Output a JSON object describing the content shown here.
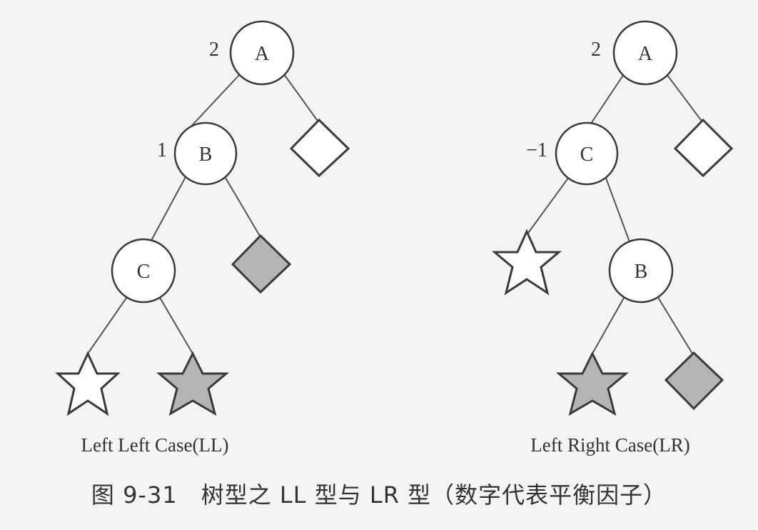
{
  "diagrams": [
    {
      "id": "ll",
      "case_label": "Left Left Case(LL)",
      "nodes": [
        {
          "label": "A",
          "balance": "2"
        },
        {
          "label": "B",
          "balance": "1"
        },
        {
          "label": "C",
          "balance": ""
        }
      ],
      "leaves": [
        {
          "shape": "diamond",
          "fill": "white"
        },
        {
          "shape": "diamond",
          "fill": "gray"
        },
        {
          "shape": "star",
          "fill": "white"
        },
        {
          "shape": "star",
          "fill": "gray"
        }
      ]
    },
    {
      "id": "lr",
      "case_label": "Left Right Case(LR)",
      "nodes": [
        {
          "label": "A",
          "balance": "2"
        },
        {
          "label": "C",
          "balance": "−1"
        },
        {
          "label": "B",
          "balance": ""
        }
      ],
      "leaves": [
        {
          "shape": "diamond",
          "fill": "white"
        },
        {
          "shape": "star",
          "fill": "white"
        },
        {
          "shape": "star",
          "fill": "gray"
        },
        {
          "shape": "diamond",
          "fill": "gray"
        }
      ]
    }
  ],
  "caption": "图 9-31　树型之 LL 型与 LR 型（数字代表平衡因子）",
  "colors": {
    "gray_fill": "#b5b5b5",
    "stroke": "#3a3a3a",
    "background": "#f4f4f2"
  }
}
